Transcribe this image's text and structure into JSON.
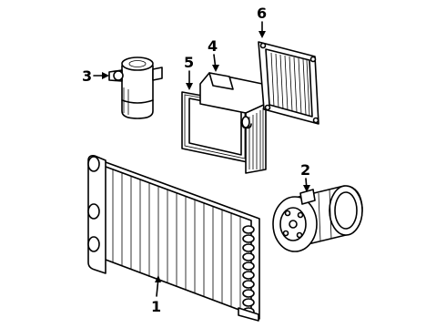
{
  "callouts": [
    {
      "id": "1",
      "label": "1"
    },
    {
      "id": "2",
      "label": "2"
    },
    {
      "id": "3",
      "label": "3"
    },
    {
      "id": "4",
      "label": "4"
    },
    {
      "id": "5",
      "label": "5"
    },
    {
      "id": "6",
      "label": "6"
    }
  ],
  "parts": [
    {
      "callout": "1",
      "name": "condenser"
    },
    {
      "callout": "2",
      "name": "compressor"
    },
    {
      "callout": "3",
      "name": "receiver-drier"
    },
    {
      "callout": "4",
      "name": "evaporator-core"
    },
    {
      "callout": "5",
      "name": "evaporator-seal"
    },
    {
      "callout": "6",
      "name": "evaporator-case-panel"
    }
  ]
}
